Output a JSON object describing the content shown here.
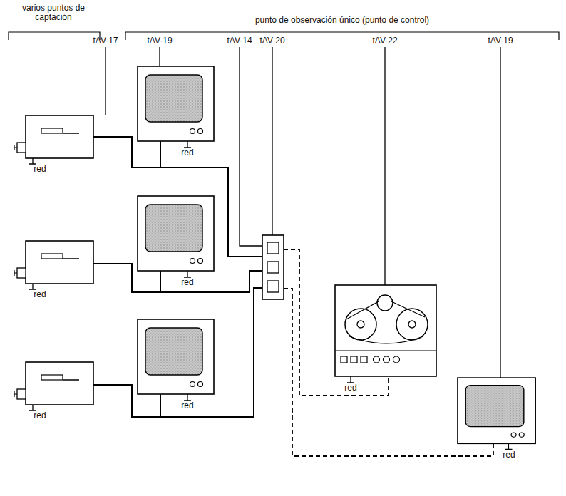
{
  "diagram": {
    "labels": [
      "varios puntos de captación",
      "punto de observación único (punto de control)",
      "tAV-17",
      "tAV-19",
      "tAV-14",
      "tAV-20",
      "tAV-22",
      "tAV-19",
      "red",
      "red",
      "red",
      "red",
      "red",
      "red",
      "red",
      "red"
    ]
  }
}
